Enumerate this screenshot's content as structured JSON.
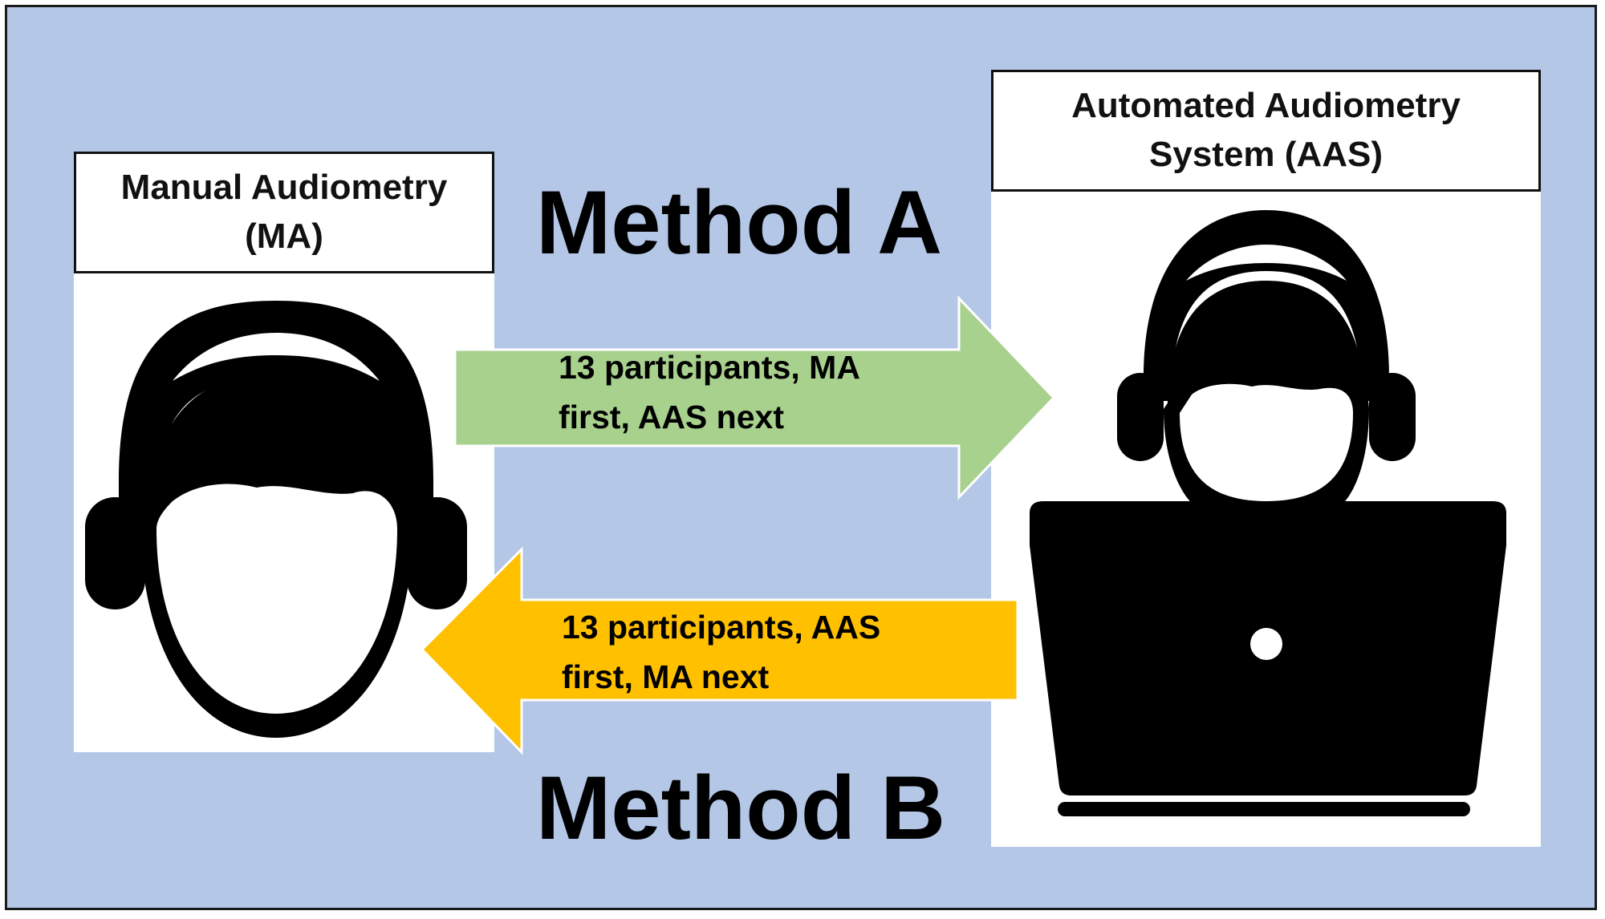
{
  "diagram": {
    "colors": {
      "background": "#b4c7e7",
      "arrow_a": "#a9d18e",
      "arrow_b": "#ffc000",
      "icon": "#000000",
      "panel": "#ffffff"
    },
    "left_panel": {
      "title": "Manual Audiometry\n(MA)",
      "icon": "person-with-headphones-icon"
    },
    "right_panel": {
      "title": "Automated Audiometry\nSystem (AAS)",
      "icon": "person-with-headphones-at-laptop-icon"
    },
    "method_a": {
      "label": "Method A",
      "arrow_direction": "right",
      "text": "13 participants, MA\nfirst, AAS next"
    },
    "method_b": {
      "label": "Method B",
      "arrow_direction": "left",
      "text": "13 participants, AAS\nfirst, MA next"
    }
  }
}
